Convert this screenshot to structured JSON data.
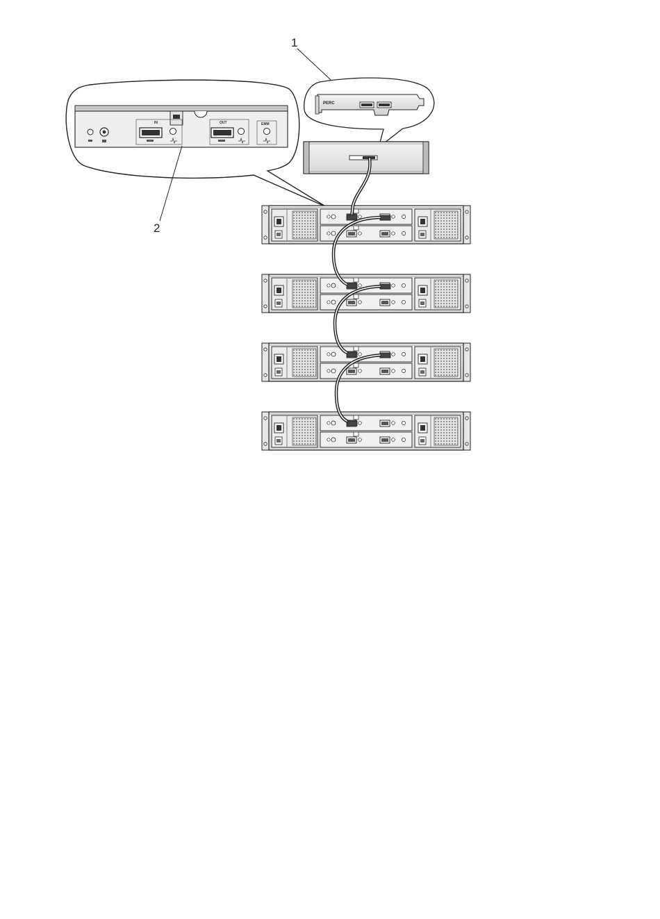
{
  "callouts": [
    {
      "label": "1",
      "target": "PERC controller card"
    },
    {
      "label": "2",
      "target": "enclosure management module ports"
    }
  ],
  "perc_card": {
    "label": "PERC"
  },
  "emm_detail": {
    "in_label": "IN",
    "out_label": "OUT",
    "emm_label": "EMM"
  },
  "enclosures": [
    {
      "id": "enclosure-1"
    },
    {
      "id": "enclosure-2"
    },
    {
      "id": "enclosure-3"
    },
    {
      "id": "enclosure-4"
    }
  ],
  "colors": {
    "panel": "#ececec",
    "panel_dark": "#c8c8c8",
    "line": "#222222",
    "vent": "#9a9a9a"
  }
}
